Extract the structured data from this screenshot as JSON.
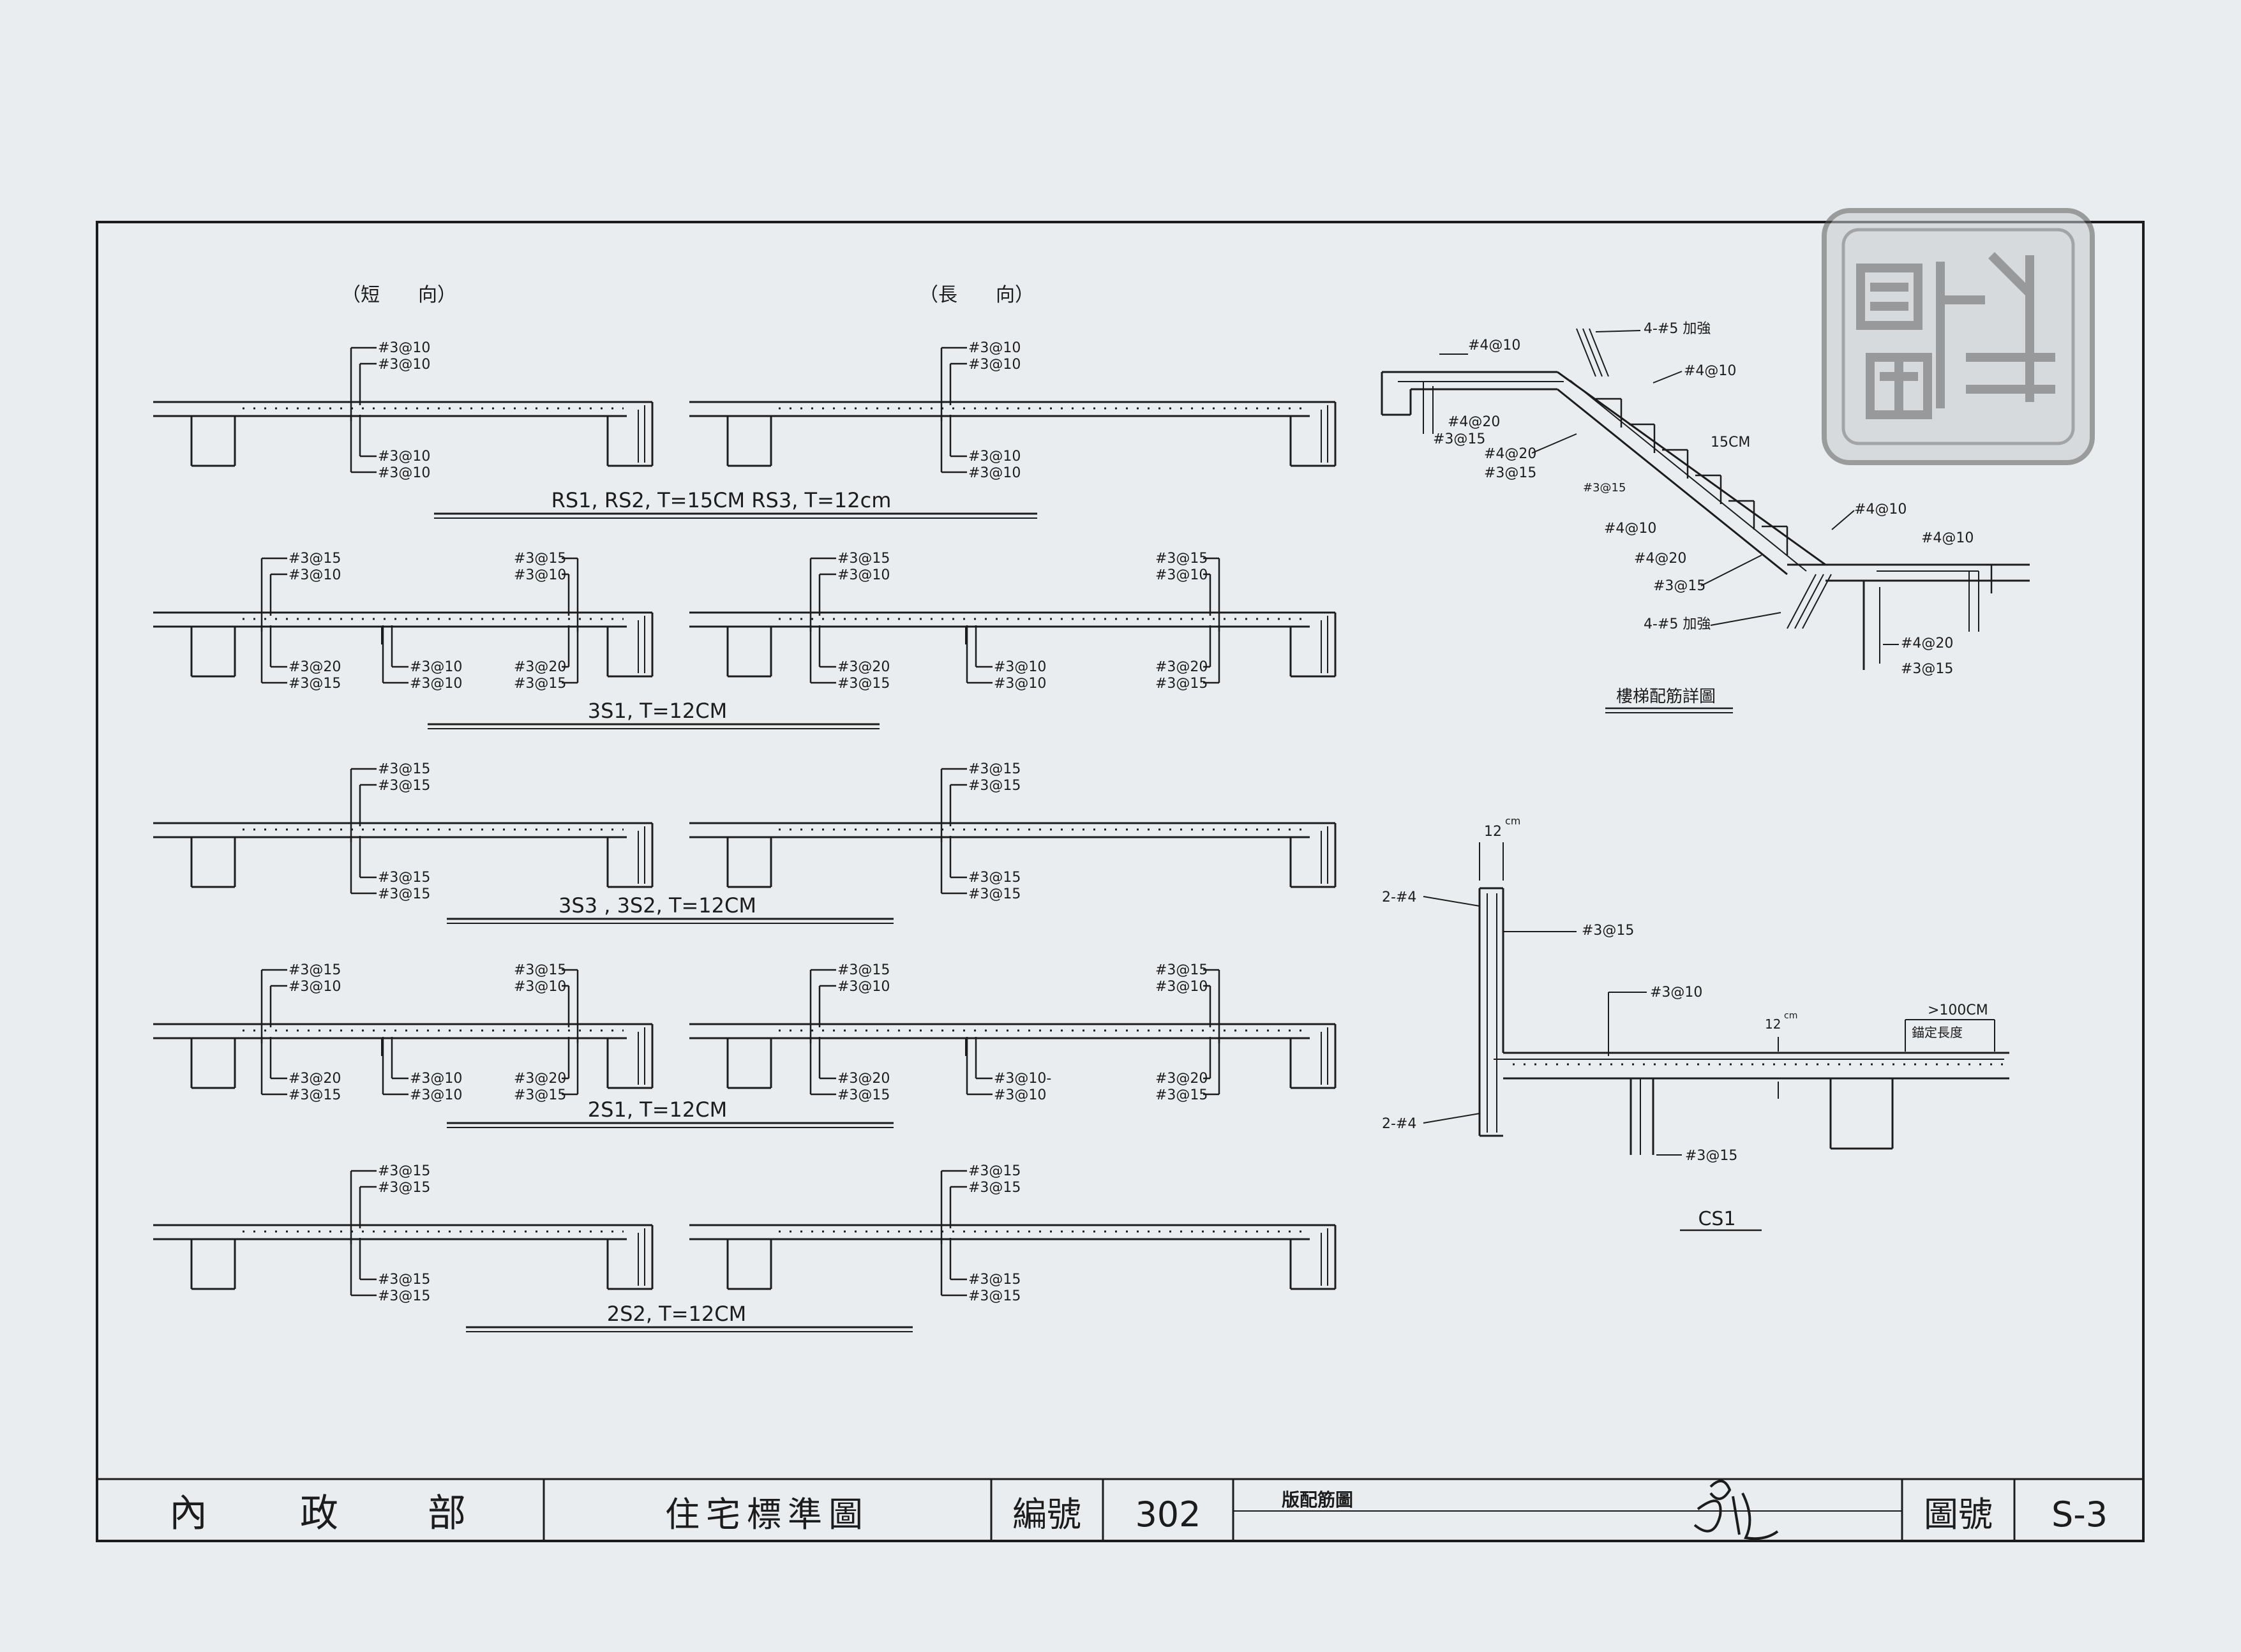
{
  "headers": {
    "short": "（短　　向）",
    "long": "（長　　向）"
  },
  "slabs": [
    {
      "title": "RS1, RS2, T=15CM  RS3, T=12cm",
      "type": "single",
      "short": {
        "top": [
          "#3@10",
          "#3@10"
        ],
        "bottom": [
          "#3@10",
          "#3@10"
        ]
      },
      "long": {
        "top": [
          "#3@10",
          "#3@10"
        ],
        "bottom": [
          "#3@10",
          "#3@10"
        ]
      }
    },
    {
      "title": "3S1, T=12CM",
      "type": "double",
      "short": {
        "top_left": [
          "#3@15",
          "#3@10"
        ],
        "top_right": [
          "#3@15",
          "#3@10"
        ],
        "bot_left": [
          "#3@20",
          "#3@15"
        ],
        "bot_mid": [
          "#3@10",
          "#3@10"
        ],
        "bot_right": [
          "#3@20",
          "#3@15"
        ]
      },
      "long": {
        "top_left": [
          "#3@15",
          "#3@10"
        ],
        "top_right": [
          "#3@15",
          "#3@10"
        ],
        "bot_left": [
          "#3@20",
          "#3@15"
        ],
        "bot_mid": [
          "#3@10",
          "#3@10"
        ],
        "bot_right": [
          "#3@20",
          "#3@15"
        ]
      }
    },
    {
      "title": "3S3 , 3S2, T=12CM",
      "type": "single",
      "short": {
        "top": [
          "#3@15",
          "#3@15"
        ],
        "bottom": [
          "#3@15",
          "#3@15"
        ]
      },
      "long": {
        "top": [
          "#3@15",
          "#3@15"
        ],
        "bottom": [
          "#3@15",
          "#3@15"
        ]
      }
    },
    {
      "title": "2S1, T=12CM",
      "type": "double",
      "short": {
        "top_left": [
          "#3@15",
          "#3@10"
        ],
        "top_right": [
          "#3@15",
          "#3@10"
        ],
        "bot_left": [
          "#3@20",
          "#3@15"
        ],
        "bot_mid": [
          "#3@10",
          "#3@10"
        ],
        "bot_right": [
          "#3@20",
          "#3@15"
        ]
      },
      "long": {
        "top_left": [
          "#3@15",
          "#3@10"
        ],
        "top_right": [
          "#3@15",
          "#3@10"
        ],
        "bot_left": [
          "#3@20",
          "#3@15"
        ],
        "bot_mid": [
          "#3@10-",
          "#3@10"
        ],
        "bot_right": [
          "#3@20",
          "#3@15"
        ]
      }
    },
    {
      "title": "2S2, T=12CM",
      "type": "single",
      "short": {
        "top": [
          "#3@15",
          "#3@15"
        ],
        "bottom": [
          "#3@15",
          "#3@15"
        ]
      },
      "long": {
        "top": [
          "#3@15",
          "#3@15"
        ],
        "bottom": [
          "#3@15",
          "#3@15"
        ]
      }
    }
  ],
  "stair": {
    "title": "樓梯配筋詳圖",
    "labels": {
      "t1": "#4@10",
      "t2": "4-#5 加強",
      "t3": "#4@10",
      "t4": "15CM",
      "t5": "#4@20",
      "t6": "#3@15",
      "t7": "#4@20",
      "t8": "#3@15",
      "t9": "#3@15",
      "t10": "#4@10",
      "t11": "#4@20",
      "t12": "#3@15",
      "t13": "4-#5 加強",
      "t14": "#4@10",
      "t15": "#4@10",
      "t16": "#4@20",
      "t17": "#3@15"
    }
  },
  "cs1": {
    "title": "CS1",
    "labels": {
      "w_thick": "12",
      "w_unit": "cm",
      "top_bars": "2-#4",
      "bot_bars": "2-#4",
      "wall_bar": "#3@15",
      "slab_top": "#3@10",
      "slab_thick": "12",
      "slab_unit": "cm",
      "anchor": ">100CM",
      "anchor_note": "錨定長度",
      "bot_bar": "#3@15"
    }
  },
  "title_block": {
    "org": [
      "內",
      "政",
      "部"
    ],
    "std": "住宅標準圖",
    "num_label": "編號",
    "num": "302",
    "name": "版配筋圖",
    "dwg_label": "圖號",
    "dwg": "S-3"
  },
  "stamp": {
    "text": "內政部印"
  },
  "colors": {
    "paper": "#e9edef",
    "ink": "#1c1c1c",
    "stamp": "#5a5a5a"
  }
}
